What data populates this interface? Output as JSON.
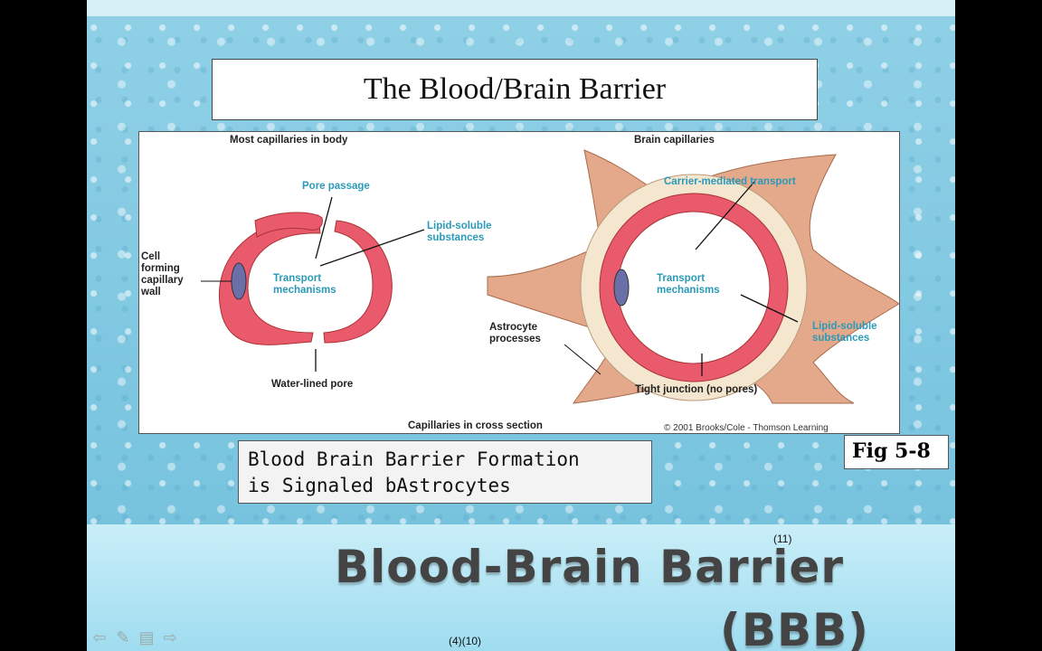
{
  "slide": {
    "title": "The Blood/Brain Barrier",
    "figure": {
      "left_header": "Most capillaries in body",
      "right_header": "Brain capillaries",
      "pore_passage": "Pore passage",
      "lipid_left": "Lipid-soluble\nsubstances",
      "transport_left": "Transport\nmechanisms",
      "cell_wall": "Cell\nforming\ncapillary\nwall",
      "water_pore": "Water-lined pore",
      "carrier": "Carrier-mediated transport",
      "transport_right": "Transport\nmechanisms",
      "astrocyte": "Astrocyte\nprocesses",
      "lipid_right": "Lipid-soluble\nsubstances",
      "tight_junction": "Tight junction (no pores)",
      "footer": "Capillaries in cross section",
      "copyright": "© 2001 Brooks/Cole - Thomson Learning"
    },
    "caption_line1": "Blood Brain Barrier Formation",
    "caption_line2": "is Signaled bΑstrocytes",
    "fig_ref": "Fig 5-8",
    "ref_top": "(11)",
    "heading_line1": "Blood-Brain Barrier",
    "heading_line2": "(BBB)",
    "ref_bottom": "(4)(10)"
  },
  "nav": {
    "prev_icon": "arrow-left-icon",
    "pen_icon": "pen-icon",
    "menu_icon": "menu-icon",
    "next_icon": "arrow-right-icon"
  }
}
